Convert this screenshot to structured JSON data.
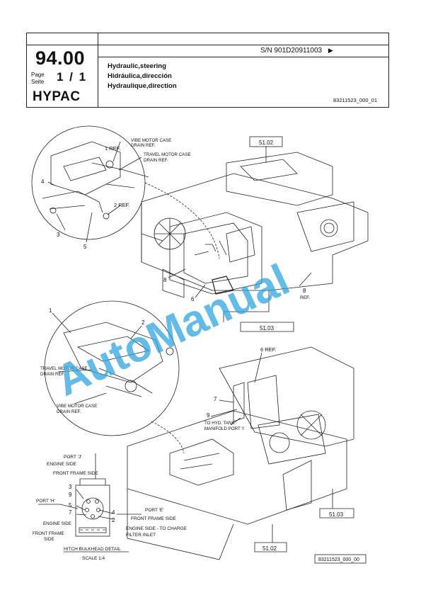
{
  "header": {
    "section_number": "94.00",
    "page_label_line1": "Page",
    "page_label_line2": "Seite",
    "page_number": "1 / 1",
    "brand": "HYPAC",
    "serial_number": "S/N 901D20911003",
    "title_en": "Hydraulic,steering",
    "title_es": "Hidráulica,dirección",
    "title_fr": "Hydraulique,direction",
    "doc_id": "83211523_000_01"
  },
  "callouts": {
    "ref_5102_top": "51.02",
    "ref_5103_top": "51.03",
    "ref_5103_bottom": "51.03",
    "ref_5102_bottom": "51.02",
    "vibe_motor_top": "VIBE MOTOR CASE",
    "drain_ref_top1": "DRAIN REF.",
    "travel_motor_top": "TRAVEL MOTOR CASE",
    "drain_ref_top2": "DRAIN REF.",
    "n1_ref": "1 REF.",
    "n2_ref": "2 REF.",
    "n4_top": "4",
    "n3_top": "3",
    "n5_top": "5",
    "n8_top": "8",
    "n6_top": "6",
    "n8_ref": "8",
    "ref_word": "REF.",
    "n1_mid": "1",
    "n2_mid": "2",
    "travel_motor_mid": "TRAVEL MOTOR CASE",
    "drain_ref_mid1": "DRAIN REF.",
    "vibe_motor_mid": "VIBE MOTOR CASE",
    "drain_ref_mid2": "DRAIN REF.",
    "n6_ref": "6 REF.",
    "n7": "7",
    "n9": "9",
    "hyd_tank": "TO HYD. TANK",
    "manifold_port": "MANIFOLD PORT 'I'",
    "port_j": "PORT 'J'",
    "engine_side_1": "ENGINE SIDE",
    "front_frame_side_1": "FRONT FRAME SIDE",
    "d3": "3",
    "d9": "9",
    "port_h": "PORT 'H'",
    "d5": "5",
    "d7": "7",
    "engine_side_2": "ENGINE SIDE",
    "front_frame_2a": "FRONT FRAME",
    "front_frame_2b": "SIDE",
    "d4": "4",
    "d2": "2",
    "port_e": "PORT 'E'",
    "front_frame_side_3": "FRONT FRAME SIDE",
    "engine_side_charge": "ENGINE SIDE - TO CHARGE",
    "filter_inlet": "FILTER INLET",
    "hitch_detail": "HITCH BULKHEAD DETAIL",
    "scale": "SCALE 1:4",
    "drawing_id": "83211523_000_00"
  },
  "watermark": {
    "text": "AutoManual",
    "color": "#2fa6e0"
  }
}
